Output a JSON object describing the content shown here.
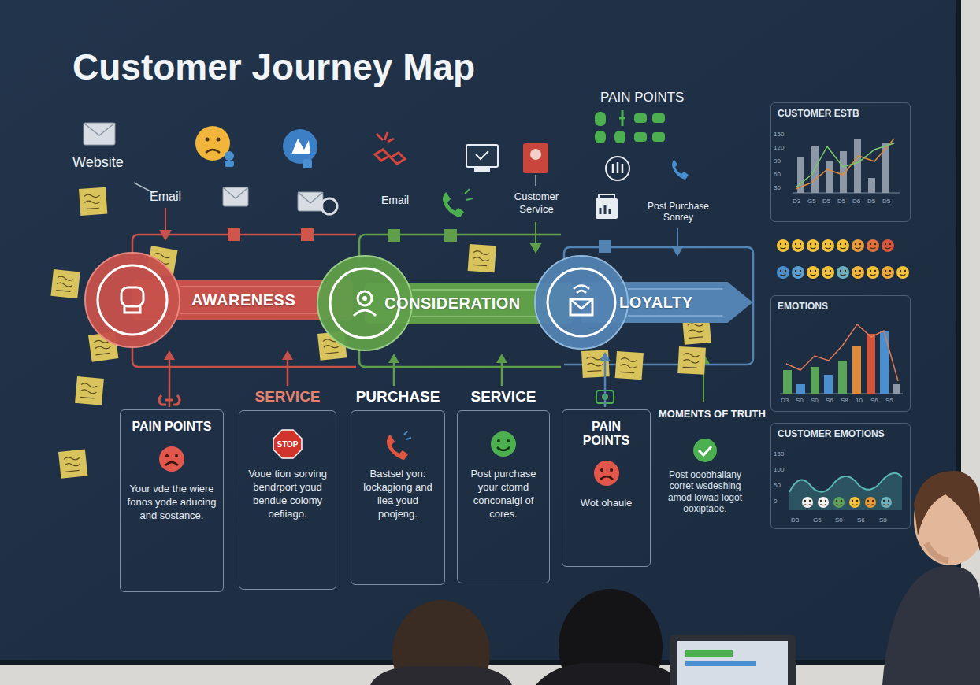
{
  "diagram": {
    "title": "Customer Journey Map",
    "nodes": [
      {
        "text": [
          "AWARENESS"
        ]
      },
      {
        "text": [
          "CONSIDERATION"
        ]
      },
      {
        "text": [
          "LOYALTY"
        ]
      },
      {
        "text": [
          "PAIN POINTS",
          "Your vde the wiere fonos yode aducing and sostance."
        ]
      },
      {
        "text": [
          "SERVICE",
          "Voue tion sorving bendrport youd bendue colomy oefiiago."
        ]
      },
      {
        "text": [
          "PURCHASE",
          "Bastsel yon: lockagiong and ilea youd poojeng."
        ]
      },
      {
        "text": [
          "SERVICE",
          "Post purchase your ctomd conconalgl of cores."
        ]
      },
      {
        "text": [
          "PAIN POINTS",
          "Wot ohaule"
        ]
      },
      {
        "text": [
          "CUSTOMER ESTB"
        ]
      },
      {
        "text": [
          "EMOTIONS"
        ]
      },
      {
        "text": [
          "CUSTOMER EMOTIONS"
        ]
      }
    ],
    "edges": [
      {
        "from": 3,
        "to": 0,
        "arrow": "to"
      },
      {
        "from": 4,
        "to": 0,
        "arrow": "to"
      },
      {
        "from": 5,
        "to": 1,
        "arrow": "to"
      },
      {
        "from": 6,
        "to": 1,
        "arrow": "to"
      },
      {
        "from": 7,
        "to": 2,
        "arrow": "to"
      }
    ],
    "labels": [
      "Website",
      "Email",
      "Email",
      "Customer Service",
      "Post Purchase Sonrey",
      "PAIN POINTS",
      "STOP",
      "MOMENTS OF TRUTH",
      "Post ooobhailany corret wsdeshing amod lowad logot ooxiptaoe.",
      "150",
      "120",
      "90",
      "60",
      "30",
      "D3",
      "G5",
      "D5",
      "D5",
      "D6",
      "D5",
      "D5",
      "D3",
      "S0",
      "S0",
      "S6",
      "S8",
      "10",
      "S6",
      "S5",
      "150",
      "100",
      "50",
      "0",
      "D3",
      "G5",
      "S0",
      "S6",
      "S8"
    ]
  }
}
